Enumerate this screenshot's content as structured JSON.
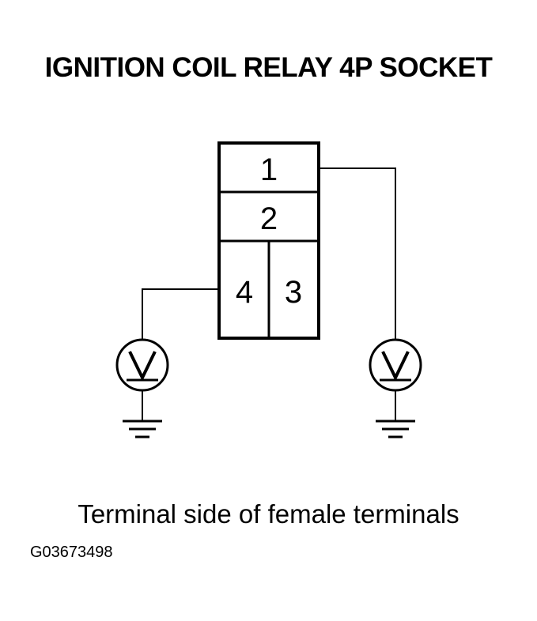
{
  "title": "IGNITION COIL RELAY 4P SOCKET",
  "terminals": {
    "t1": "1",
    "t2": "2",
    "t3": "3",
    "t4": "4"
  },
  "caption": "Terminal side of female terminals",
  "figure_code": "G03673498",
  "colors": {
    "ink": "#000000",
    "background": "#ffffff"
  }
}
